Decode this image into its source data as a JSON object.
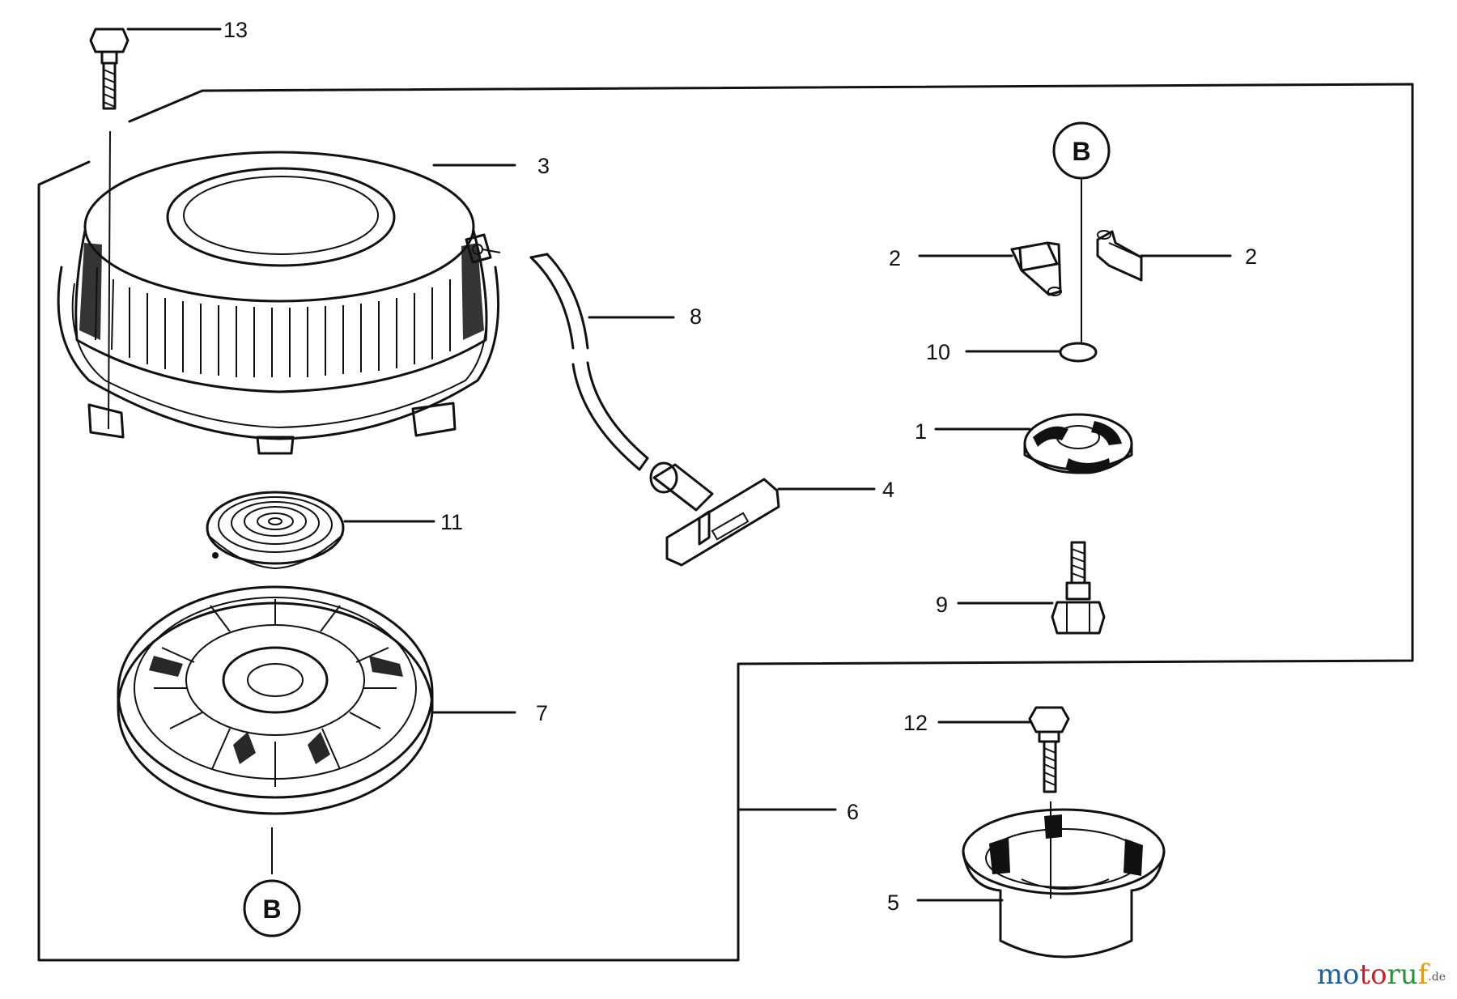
{
  "diagram": {
    "callouts": [
      {
        "id": "13",
        "label": "13"
      },
      {
        "id": "3",
        "label": "3"
      },
      {
        "id": "8",
        "label": "8"
      },
      {
        "id": "11",
        "label": "11"
      },
      {
        "id": "4",
        "label": "4"
      },
      {
        "id": "7",
        "label": "7"
      },
      {
        "id": "6",
        "label": "6"
      },
      {
        "id": "2a",
        "label": "2"
      },
      {
        "id": "2b",
        "label": "2"
      },
      {
        "id": "10",
        "label": "10"
      },
      {
        "id": "1",
        "label": "1"
      },
      {
        "id": "9",
        "label": "9"
      },
      {
        "id": "12",
        "label": "12"
      },
      {
        "id": "5",
        "label": "5"
      }
    ],
    "markers": [
      {
        "id": "b-top",
        "label": "B"
      },
      {
        "id": "b-bottom",
        "label": "B"
      }
    ]
  },
  "watermark": {
    "part1": "mo",
    "part2": "to",
    "part3": "ru",
    "part4": "f",
    "suffix": ".de",
    "colors": [
      "#1f5fa8",
      "#c8202a",
      "#2a8f3a",
      "#e39b16"
    ]
  }
}
